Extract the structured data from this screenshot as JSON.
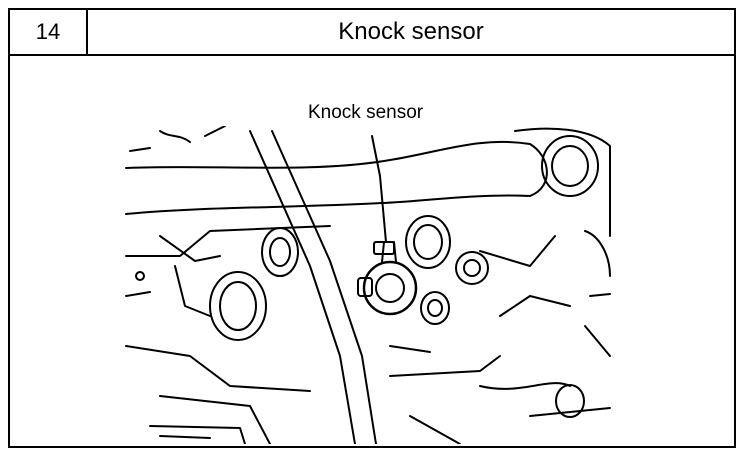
{
  "header": {
    "step_number": "14",
    "title": "Knock sensor"
  },
  "diagram": {
    "callout_label": "Knock sensor"
  },
  "colors": {
    "line": "#000000",
    "background": "#ffffff"
  }
}
